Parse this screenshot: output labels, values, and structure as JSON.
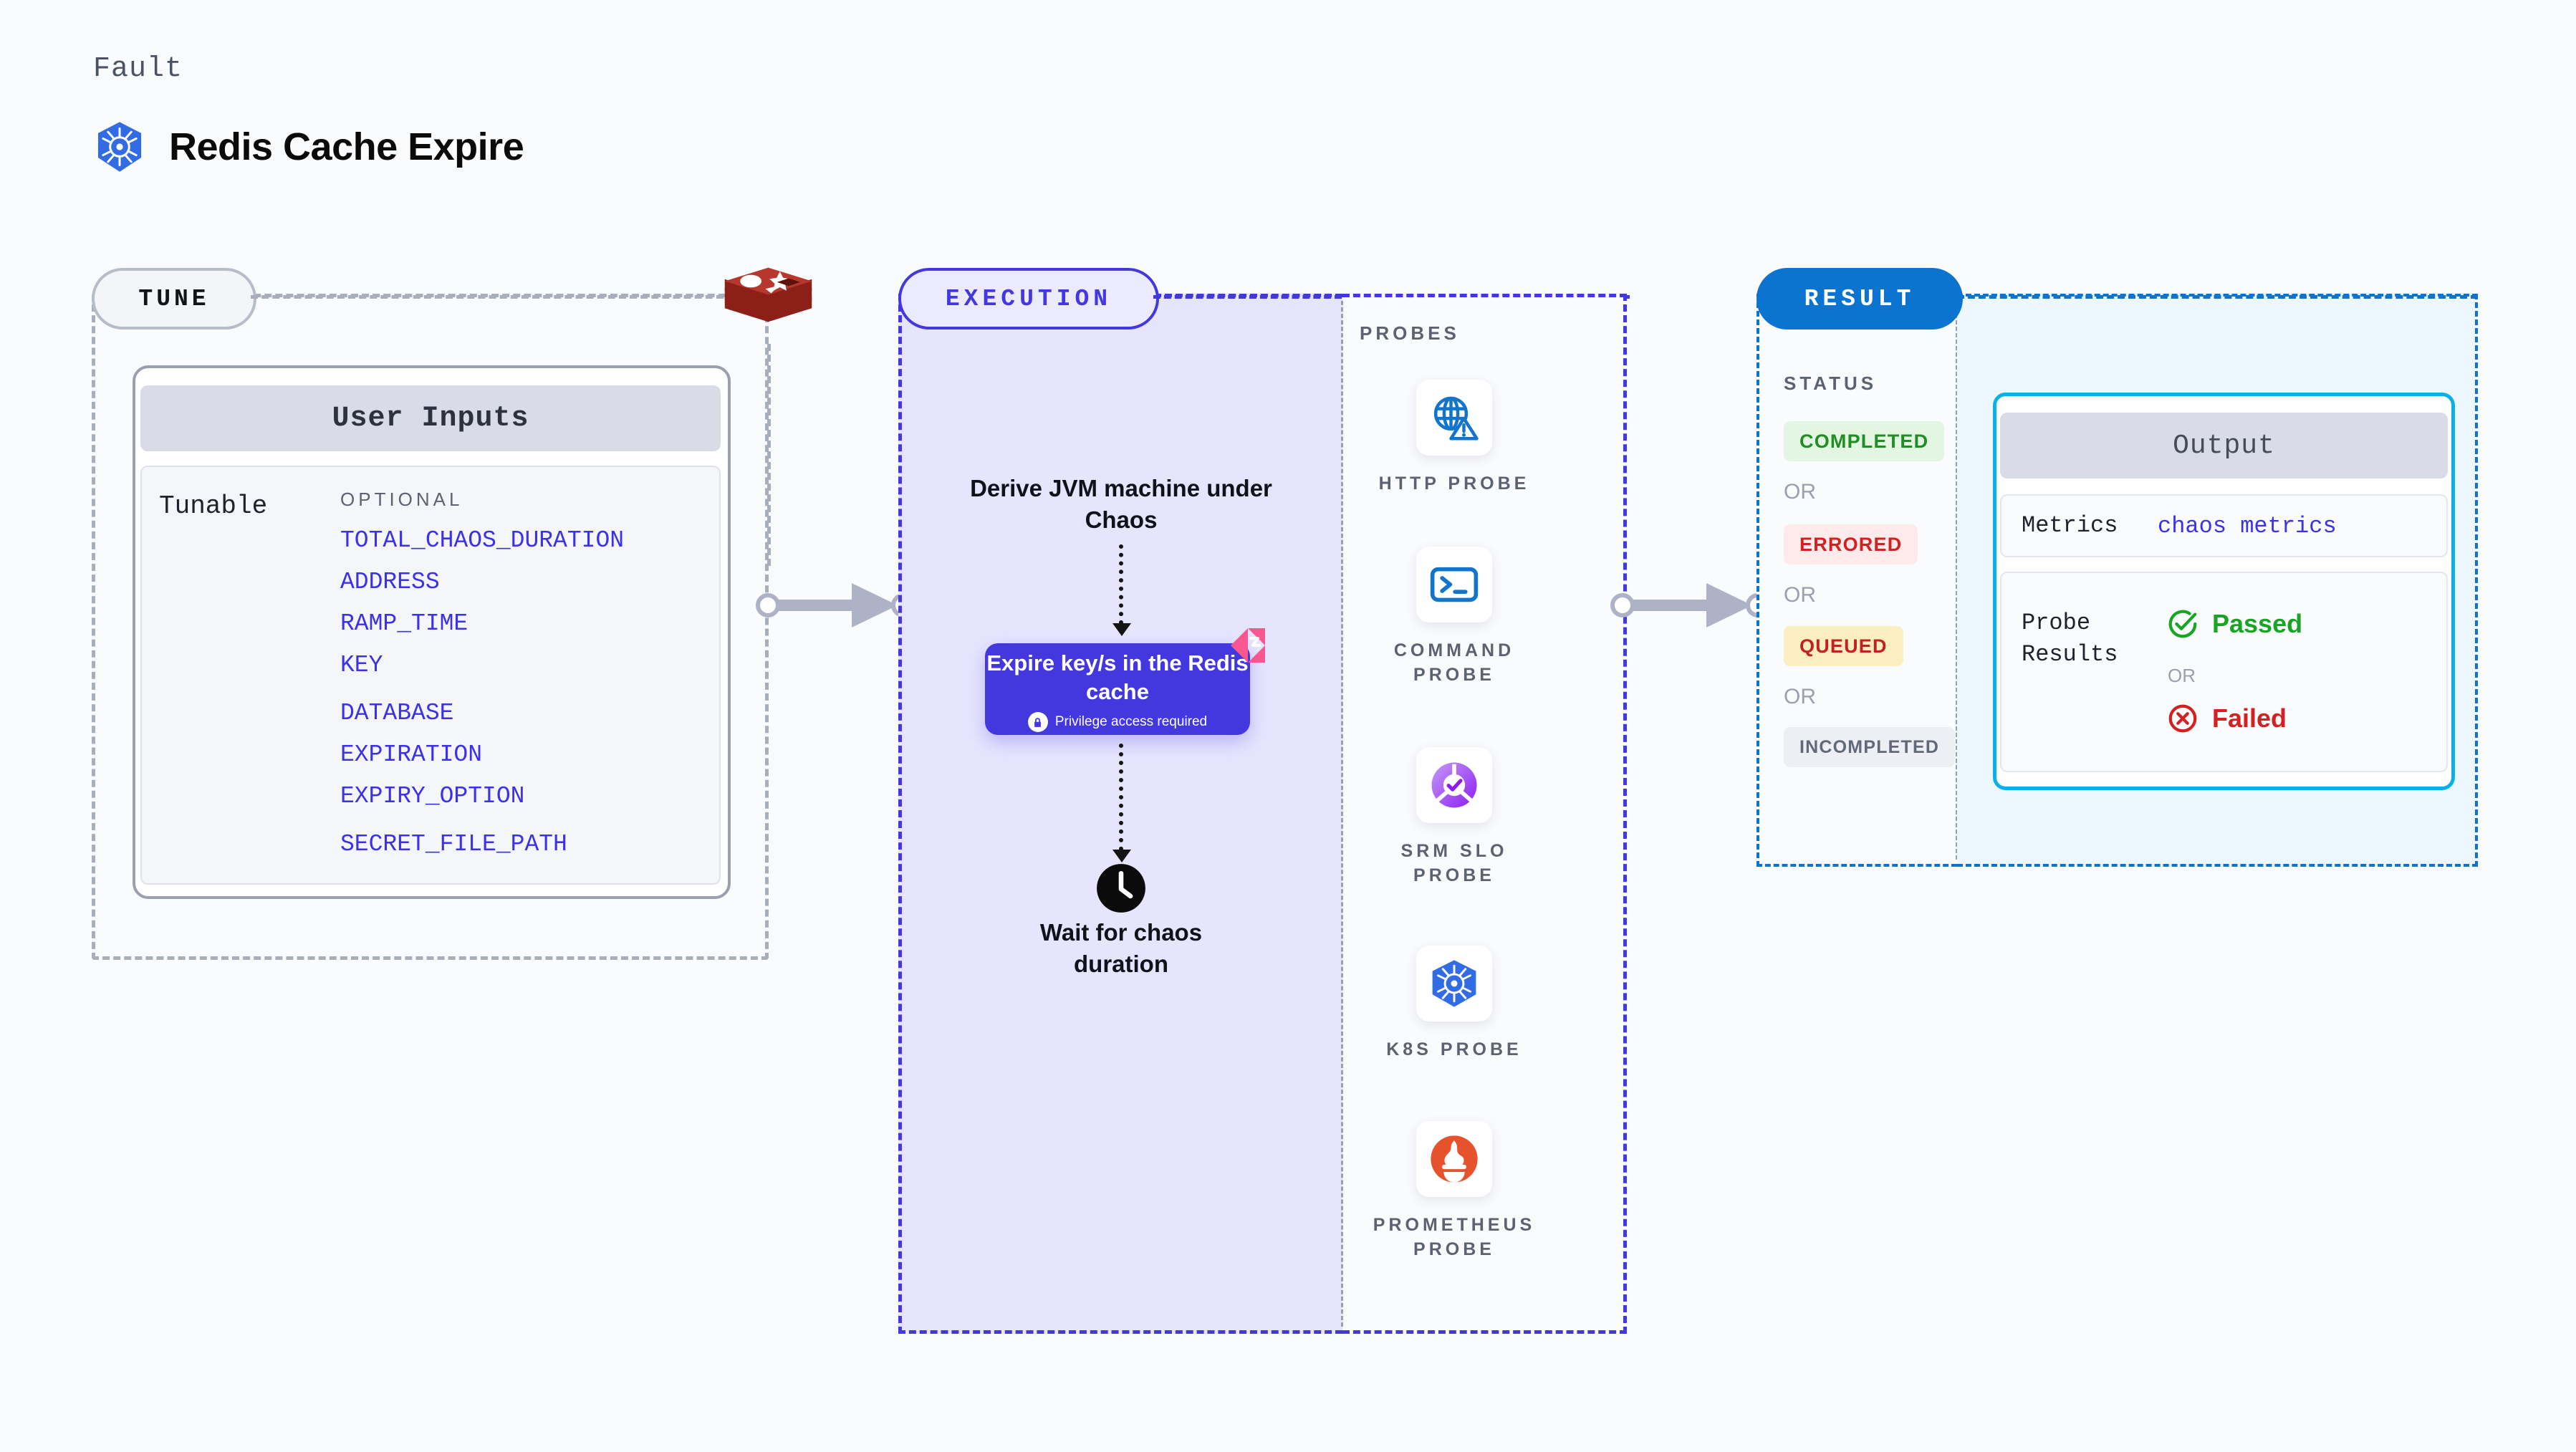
{
  "header": {
    "kicker": "Fault",
    "title": "Redis Cache Expire",
    "logo_icon": "kubernetes-icon"
  },
  "colors": {
    "violet": "#4338e0",
    "blue": "#0b74d0",
    "cyan": "#0bb0e8",
    "grey": "#9aa0ae",
    "green": "#1f9e28",
    "red": "#d32020",
    "amber": "#fbeec0",
    "redis_red": "#a32b22",
    "pink": "#f9578f"
  },
  "tune": {
    "badge": "TUNE",
    "source_icon": "redis-icon",
    "card_header": "User Inputs",
    "row_label": "Tunable",
    "group_label": "OPTIONAL",
    "variables": [
      "TOTAL_CHAOS_DURATION",
      "ADDRESS",
      "RAMP_TIME",
      "KEY",
      "DATABASE",
      "EXPIRATION",
      "EXPIRY_OPTION",
      "SECRET_FILE_PATH"
    ]
  },
  "execution": {
    "badge": "EXECUTION",
    "step_1": "Derive JVM machine under Chaos",
    "chaos_card": {
      "title": "Expire key/s in the Redis cache",
      "privilege_note": "Privilege access required",
      "lock_icon": "lock-icon",
      "flag_icon": "chaos-flag-icon"
    },
    "step_3": "Wait for chaos duration",
    "step_3_icon": "clock-icon"
  },
  "probes": {
    "title": "PROBES",
    "items": [
      {
        "label": "HTTP PROBE",
        "icon": "globe-warning-icon"
      },
      {
        "label": "COMMAND PROBE",
        "icon": "terminal-icon"
      },
      {
        "label": "SRM SLO PROBE",
        "icon": "srm-slo-icon"
      },
      {
        "label": "K8S PROBE",
        "icon": "kubernetes-icon"
      },
      {
        "label": "PROMETHEUS PROBE",
        "icon": "prometheus-icon"
      }
    ]
  },
  "result": {
    "badge": "RESULT",
    "status_title": "STATUS",
    "or_label": "OR",
    "statuses": [
      {
        "label": "COMPLETED",
        "color": "#1f8f22",
        "bg": "#e3f6e2"
      },
      {
        "label": "ERRORED",
        "color": "#d32020",
        "bg": "#fdeaea"
      },
      {
        "label": "QUEUED",
        "color": "#c22121",
        "bg": "#fbeec0"
      },
      {
        "label": "INCOMPLETED",
        "color": "#616878",
        "bg": "#eeeff5"
      }
    ]
  },
  "output": {
    "header": "Output",
    "metrics_key": "Metrics",
    "metrics_value": "chaos metrics",
    "probe_key": "Probe Results",
    "passed_label": "Passed",
    "passed_icon": "check-circle-icon",
    "or_label": "OR",
    "failed_label": "Failed",
    "failed_icon": "x-circle-icon"
  }
}
